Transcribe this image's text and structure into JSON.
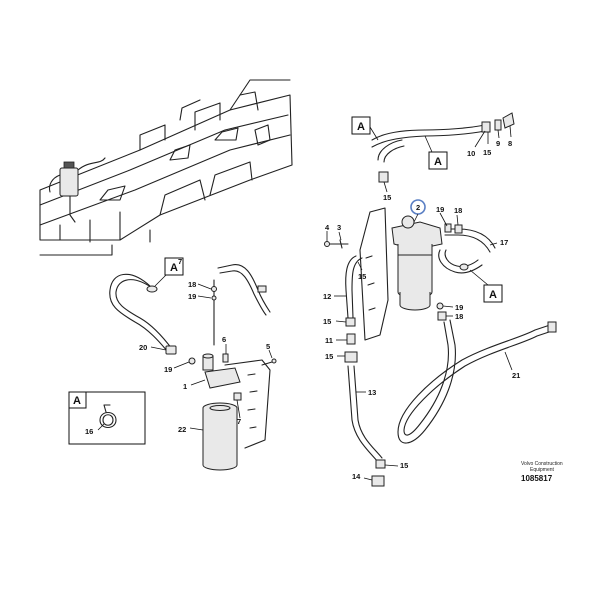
{
  "section_marker": "A",
  "callouts": {
    "c1": "1",
    "c2": "2",
    "c3": "3",
    "c4": "4",
    "c5": "5",
    "c6": "6",
    "c7": "7",
    "c8": "8",
    "c9": "9",
    "c10": "10",
    "c11": "11",
    "c12": "12",
    "c13": "13",
    "c14": "14",
    "c15": "15",
    "c16": "16",
    "c17": "17",
    "c18": "18",
    "c19": "19",
    "c20": "20",
    "c21": "21",
    "c22": "22"
  },
  "footer": {
    "publisher_line1": "Volvo Construction",
    "publisher_line2": "Equipment",
    "figure_number": "1085817"
  },
  "colors": {
    "highlight": "#5a7fc4",
    "ink": "#111111"
  }
}
